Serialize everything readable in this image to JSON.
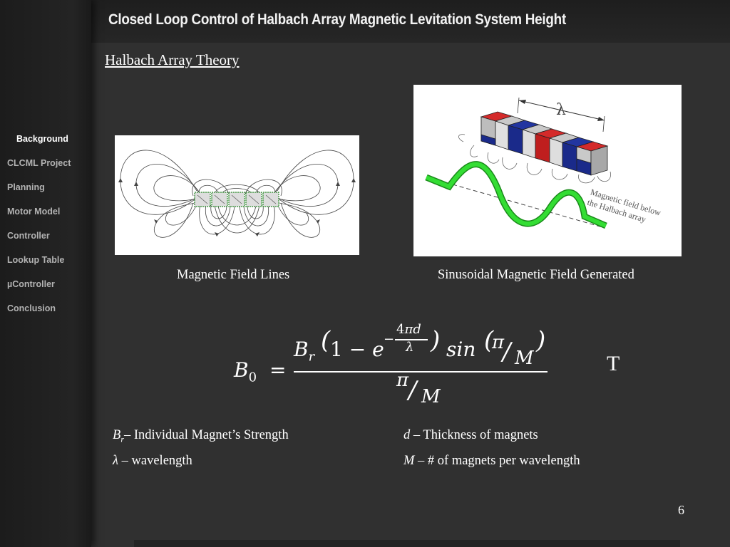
{
  "slide": {
    "title": "Closed Loop Control of Halbach Array Magnetic Levitation System Height",
    "subtitle": "Halbach Array Theory",
    "page_number": "6"
  },
  "nav": {
    "items": [
      {
        "label": "Background",
        "active": true
      },
      {
        "label": "CLCML Project",
        "active": false
      },
      {
        "label": "Planning",
        "active": false
      },
      {
        "label": "Motor Model",
        "active": false
      },
      {
        "label": "Controller",
        "active": false
      },
      {
        "label": "Lookup Table",
        "active": false
      },
      {
        "label": "µController",
        "active": false
      },
      {
        "label": "Conclusion",
        "active": false
      }
    ]
  },
  "figures": {
    "field_lines_caption": "Magnetic Field Lines",
    "sinusoid_caption": "Sinusoidal Magnetic Field Generated",
    "lambda_label": "λ",
    "below_label_line1": "Magnetic field below",
    "below_label_line2": "the Halbach array"
  },
  "equation": {
    "lhs": "B",
    "lhs_sub": "0",
    "equals": "=",
    "br": "B",
    "br_sub": "r",
    "one_minus": "1 − e",
    "exp_num": "4πd",
    "exp_den": "λ",
    "exp_minus": "−",
    "sin": "sin",
    "pi": "π",
    "M": "M",
    "slash": "/",
    "unit": "T"
  },
  "definitions": {
    "br_sym": "B",
    "br_sub": "r",
    "br_text": "– Individual Magnet’s Strength",
    "lambda_sym": "λ",
    "lambda_text": "– wavelength",
    "d_sym": "d",
    "d_text": "– Thickness of magnets",
    "m_sym": "M",
    "m_text": "– # of magnets per wavelength"
  },
  "colors": {
    "magnet_red": "#c81e1e",
    "magnet_blue": "#1e2a8c",
    "magnet_gray": "#c4c4c4",
    "wave_green": "#33dd33"
  }
}
